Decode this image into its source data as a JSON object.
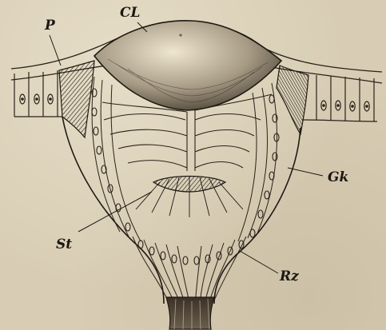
{
  "figure": {
    "labels": {
      "CL": "CL",
      "P": "P",
      "Gk": "Gk",
      "St": "St",
      "Rz": "Rz"
    },
    "colors": {
      "paper": "#d8cdb4",
      "ink": "#1c1712"
    }
  }
}
